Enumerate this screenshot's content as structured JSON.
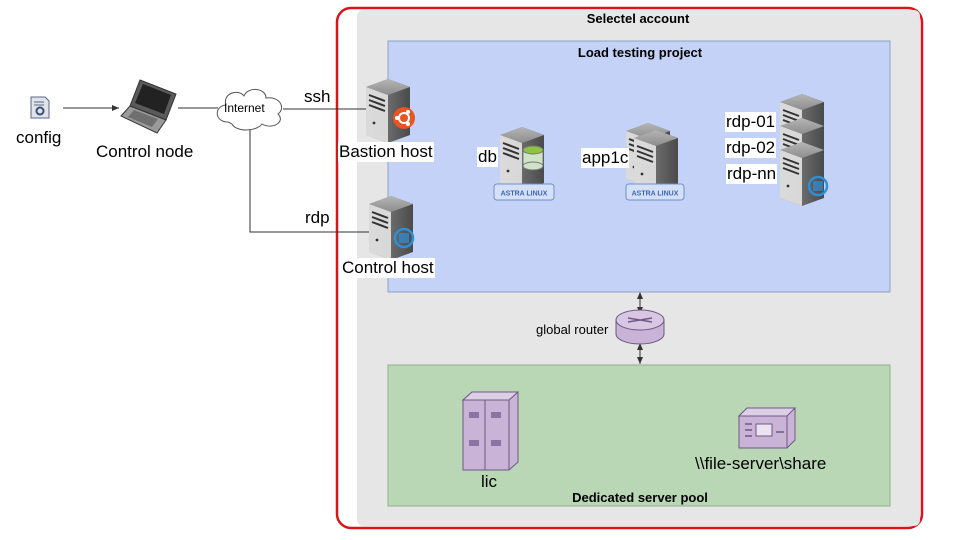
{
  "nodes": {
    "config": "config",
    "control_node": "Control node",
    "internet": "Internet",
    "bastion": "Bastion host",
    "control_host": "Control host",
    "db": "db",
    "app": "app1c",
    "rdp_01": "rdp-01",
    "rdp_02": "rdp-02",
    "rdp_nn": "rdp-nn",
    "router": "global router",
    "lic": "lic",
    "share": "\\\\file-server\\share"
  },
  "edges": {
    "ssh": "ssh",
    "rdp": "rdp"
  },
  "groups": {
    "account": "Selectel account",
    "project": "Load testing project",
    "pool": "Dedicated server pool"
  },
  "badges": {
    "astra": "ASTRA LINUX"
  },
  "colors": {
    "account_border": "#d9151b",
    "account_fill": "#e6e6e6",
    "project_fill": "#c3d2f6",
    "project_border": "#8ea1c8",
    "pool_fill": "#b9d6b5",
    "pool_border": "#93b08f",
    "server_dark": "#5d5d5d",
    "ubuntu": "#e95420",
    "windows_badge": "#2e8fd8",
    "storage": "#c9b3d6"
  },
  "icons": {
    "config": "config-file-icon",
    "control_node": "laptop-icon",
    "internet": "cloud-icon",
    "server": "server-tower-icon",
    "ubuntu": "ubuntu-icon",
    "windows": "windows-badge-icon",
    "database": "database-icon",
    "router": "router-icon",
    "rack": "rack-server-icon",
    "nas": "file-server-icon"
  }
}
